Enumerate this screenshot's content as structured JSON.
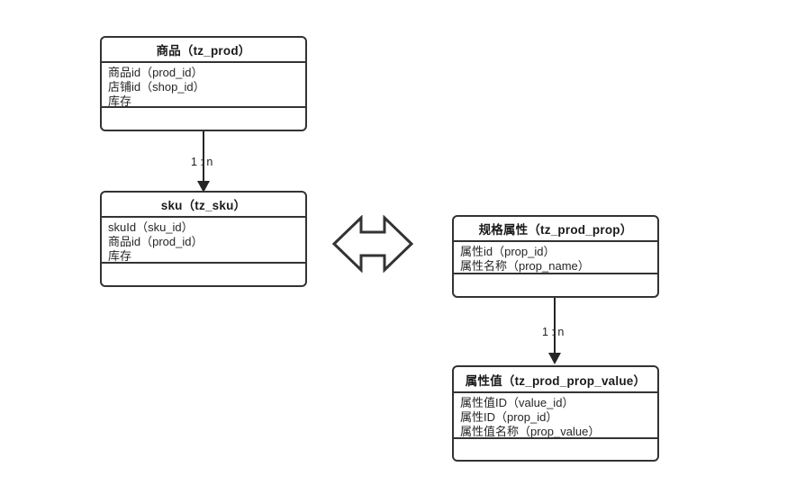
{
  "diagram": {
    "title": "",
    "stroke_color": "#333333",
    "text_color": "#262626",
    "background": "#ffffff"
  },
  "entities": [
    {
      "id": "tz_prod",
      "title": "商品（tz_prod）",
      "fields": [
        "商品id（prod_id）",
        "店铺id（shop_id）",
        "库存"
      ]
    },
    {
      "id": "tz_sku",
      "title": "sku（tz_sku）",
      "fields": [
        "skuId（sku_id）",
        "商品id（prod_id）",
        "库存"
      ]
    },
    {
      "id": "tz_prod_prop",
      "title": "规格属性（tz_prod_prop）",
      "fields": [
        "属性id（prop_id）",
        "属性名称（prop_name）"
      ]
    },
    {
      "id": "tz_prod_prop_value",
      "title": "属性值（tz_prod_prop_value）",
      "fields": [
        "属性值ID（value_id）",
        "属性ID（prop_id）",
        "属性值名称（prop_value）"
      ]
    }
  ],
  "connectors": [
    {
      "id": "prod-to-sku",
      "label": "1 : n",
      "from": "tz_prod",
      "to": "tz_sku"
    },
    {
      "id": "prop-to-prop-value",
      "label": "1 : n",
      "from": "tz_prod_prop",
      "to": "tz_prod_prop_value"
    }
  ],
  "relation_arrow": {
    "id": "sku-prop-bidirectional",
    "kind": "bidirectional-arrow",
    "label": ""
  }
}
